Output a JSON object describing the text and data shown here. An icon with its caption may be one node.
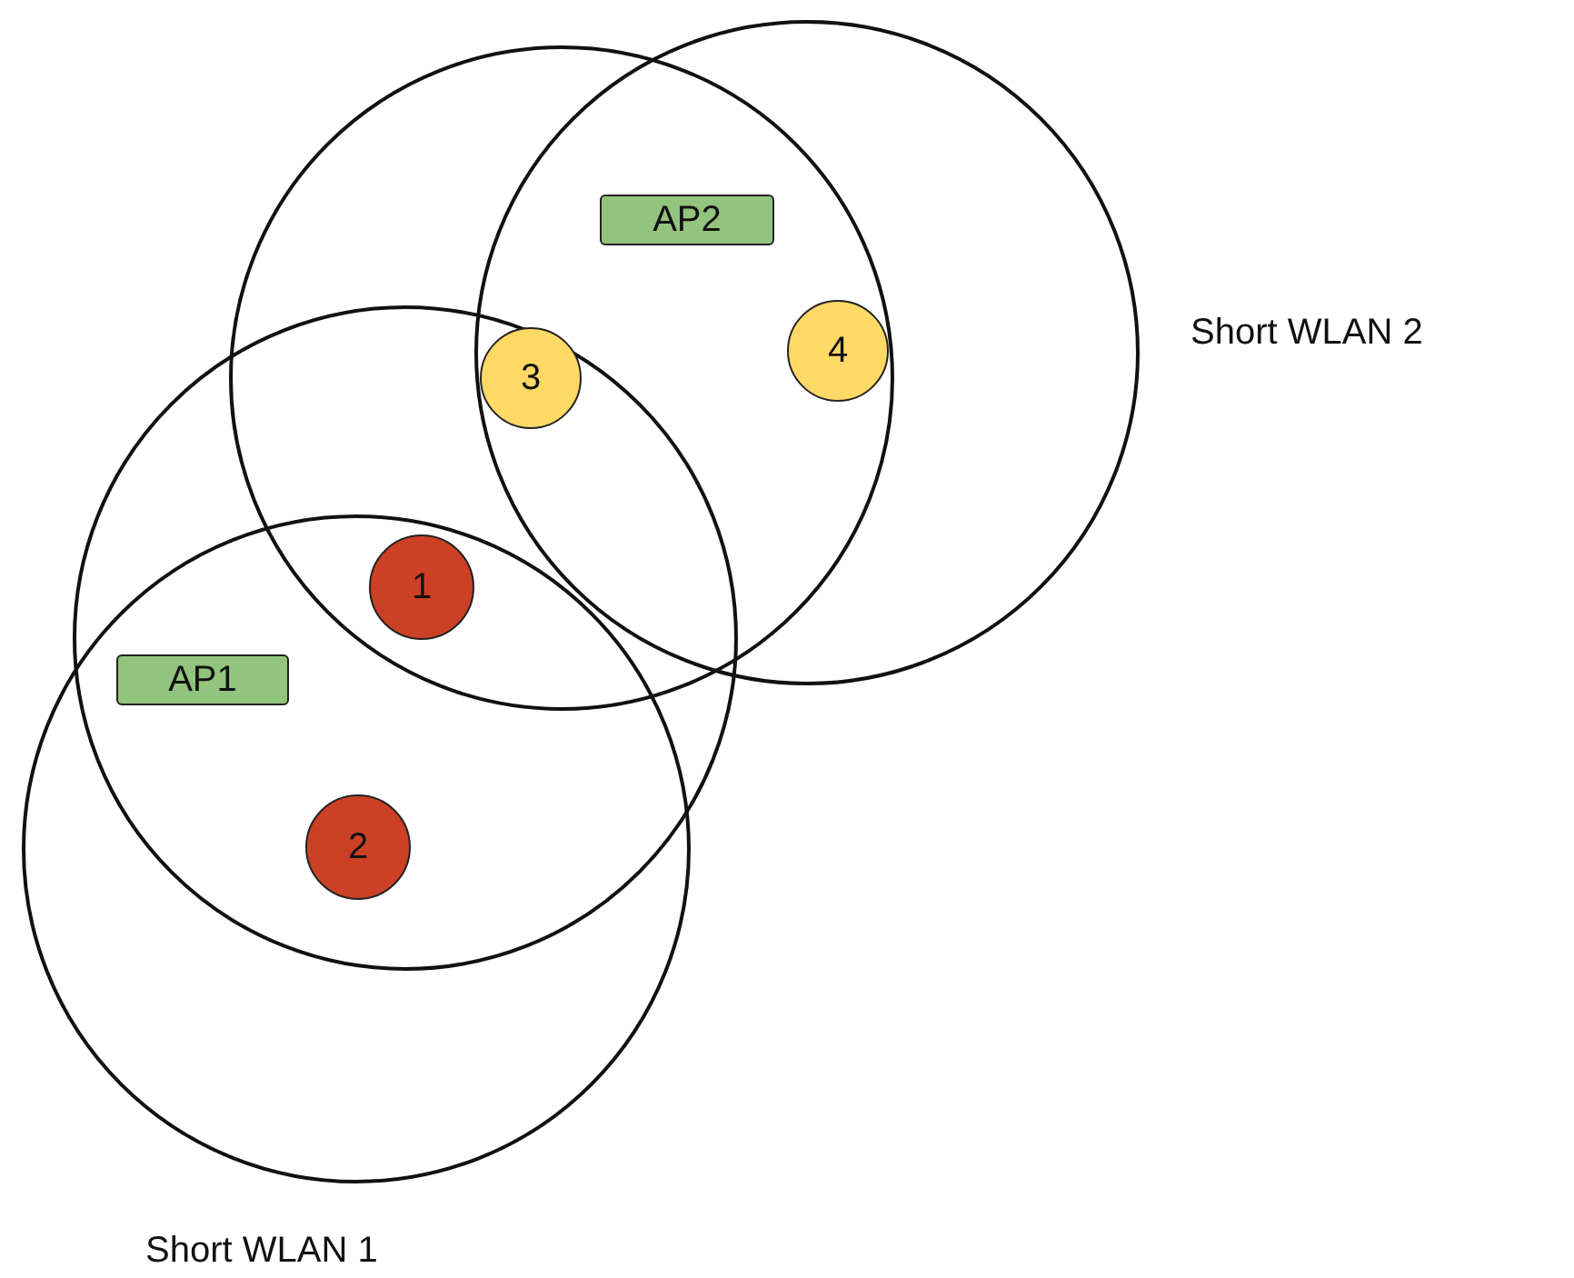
{
  "diagram": {
    "nodes": [
      {
        "text": [
          "AP2"
        ]
      },
      {
        "text": [
          "3"
        ]
      },
      {
        "text": [
          "4"
        ]
      },
      {
        "text": [
          "1"
        ]
      },
      {
        "text": [
          "AP1"
        ]
      },
      {
        "text": [
          "2"
        ]
      }
    ],
    "edges": [],
    "labels": [
      "Short WLAN 2",
      "Short WLAN 1"
    ]
  }
}
